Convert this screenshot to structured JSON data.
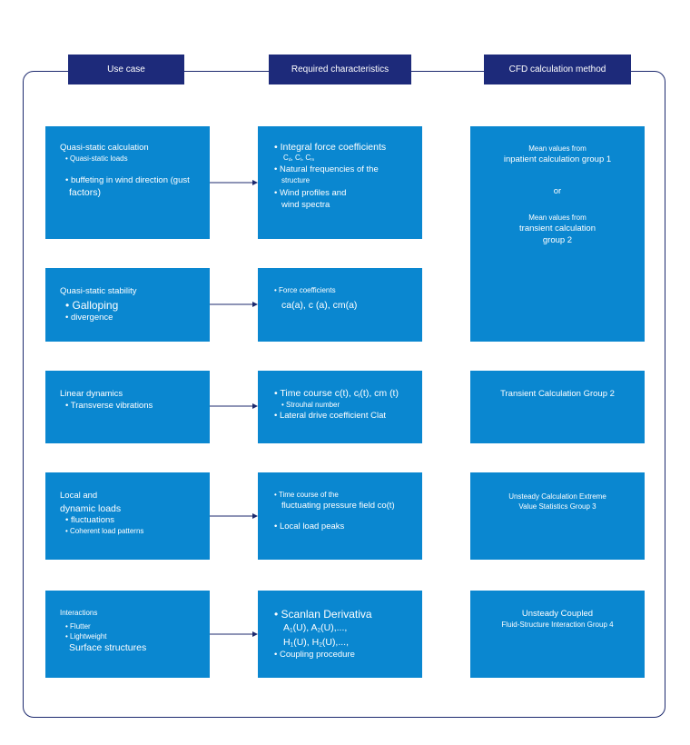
{
  "headers": {
    "use_case": "Use case",
    "required": "Required characteristics",
    "cfd": "CFD calculation method"
  },
  "rows": [
    {
      "use_case": {
        "title": "Quasi-static calculation",
        "item1": "• Quasi-static loads",
        "item2a": "• buffeting in wind direction (gust",
        "item2b": "factors)"
      },
      "required": {
        "item1": "• Integral force coefficients",
        "coef_c": "C",
        "coef_d": "d",
        "coef_l": "l",
        "coef_m": "m",
        "coef_sep": ", ",
        "item2a": "• Natural frequencies of the",
        "item2b": "structure",
        "item3a": "• Wind profiles and",
        "item3b": "wind spectra"
      }
    },
    {
      "use_case": {
        "title": "Quasi-static stability",
        "item1": "• Galloping",
        "item2": "• divergence"
      },
      "required": {
        "item1": "• Force coefficients",
        "item2": "ca(a), c (a), cm(a)"
      }
    },
    {
      "use_case": {
        "title": "Linear dynamics",
        "item1": "• Transverse vibrations"
      },
      "required": {
        "item1a": "• Time course c(t), c",
        "item1sub": "l",
        "item1b": "(t), cm (t)",
        "item2": "• Strouhal number",
        "item3": "• Lateral drive coefficient Clat"
      }
    },
    {
      "use_case": {
        "title1": "Local and",
        "title2": "dynamic loads",
        "item1": "• fluctuations",
        "item2": "• Coherent load patterns"
      },
      "required": {
        "item1a": "• Time course of the",
        "item1b": "fluctuating pressure field co(t)",
        "item2": "• Local load peaks"
      }
    },
    {
      "use_case": {
        "title": "Interactions",
        "item1": "• Flutter",
        "item2": "• Lightweight",
        "item3": "Surface structures"
      },
      "required": {
        "item1": "• Scanlan Derivativa",
        "A": "A",
        "H": "H",
        "s1": "1",
        "s2": "2",
        "uopen": "(U), ",
        "uend": "(U),...,",
        "item4": "• Coupling procedure"
      }
    }
  ],
  "cfd": {
    "group12": {
      "line1": "Mean values from",
      "line2": "inpatient calculation group 1",
      "or": "or",
      "line3": "Mean values from",
      "line4": "transient calculation",
      "line5": "group 2"
    },
    "group2": "Transient Calculation Group 2",
    "group3": {
      "line1": "Unsteady Calculation Extreme",
      "line2": "Value Statistics Group 3"
    },
    "group4": {
      "line1": "Unsteady Coupled",
      "line2": "Fluid-Structure Interaction Group 4"
    }
  },
  "colors": {
    "header_bg": "#1d2a7a",
    "box_bg": "#0a87d0",
    "frame": "#1d2a6e",
    "connector": "#1d2a6e"
  }
}
